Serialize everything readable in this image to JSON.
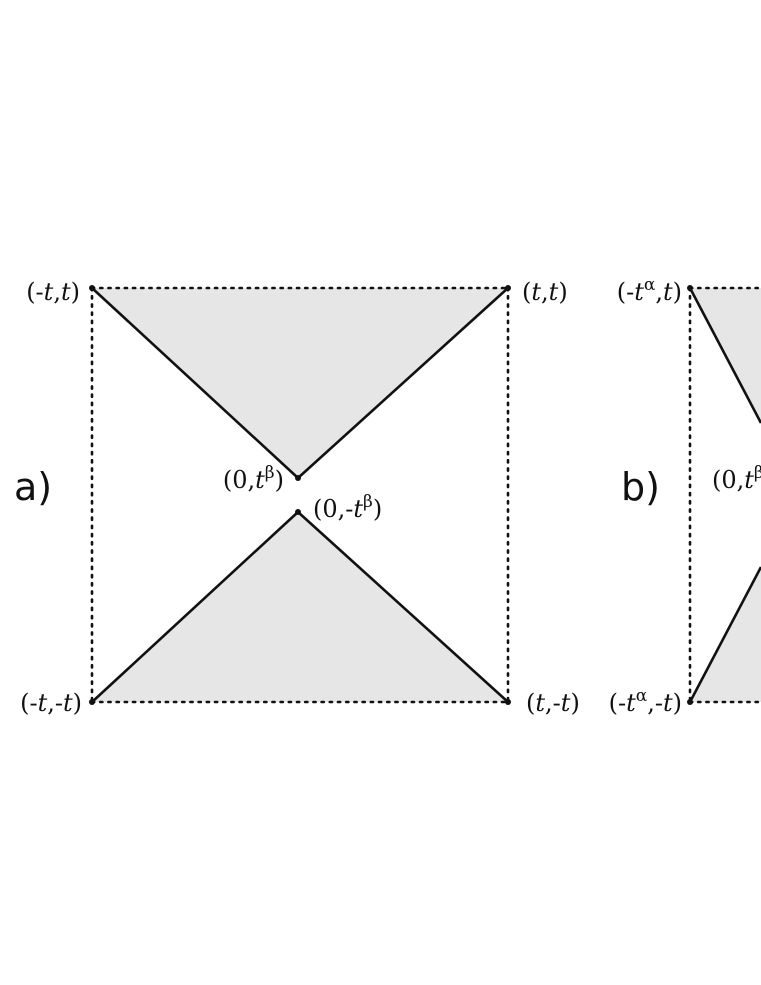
{
  "panels": [
    {
      "id": "a",
      "label": "a)",
      "vertices": {
        "top_left": {
          "base": "(-",
          "it1": "t",
          "mid": ",",
          "it2": "t",
          "end": ")"
        },
        "top_right": {
          "base": "(",
          "it1": "t",
          "mid": ",",
          "it2": "t",
          "end": ")"
        },
        "bottom_left": {
          "base": "(-",
          "it1": "t",
          "mid": ",-",
          "it2": "t",
          "end": ")"
        },
        "bottom_right": {
          "base": "(",
          "it1": "t",
          "mid": ",-",
          "it2": "t",
          "end": ")"
        },
        "upper_apex": {
          "base": "(0,",
          "it1": "t",
          "sup": "β",
          "end": ")"
        },
        "lower_apex": {
          "base": "(0,-",
          "it1": "t",
          "sup": "β",
          "end": ")"
        }
      }
    },
    {
      "id": "b",
      "label": "b)",
      "vertices": {
        "top_left": {
          "base": "(-",
          "it1": "t",
          "sup": "α",
          "mid": ",",
          "it2": "t",
          "end": ")"
        },
        "bottom_left": {
          "base": "(-",
          "it1": "t",
          "sup": "α",
          "mid": ",-",
          "it2": "t",
          "end": ")"
        },
        "upper_apex": {
          "base": "(0,",
          "it1": "t",
          "sup": "β",
          "end": ")"
        }
      }
    }
  ]
}
